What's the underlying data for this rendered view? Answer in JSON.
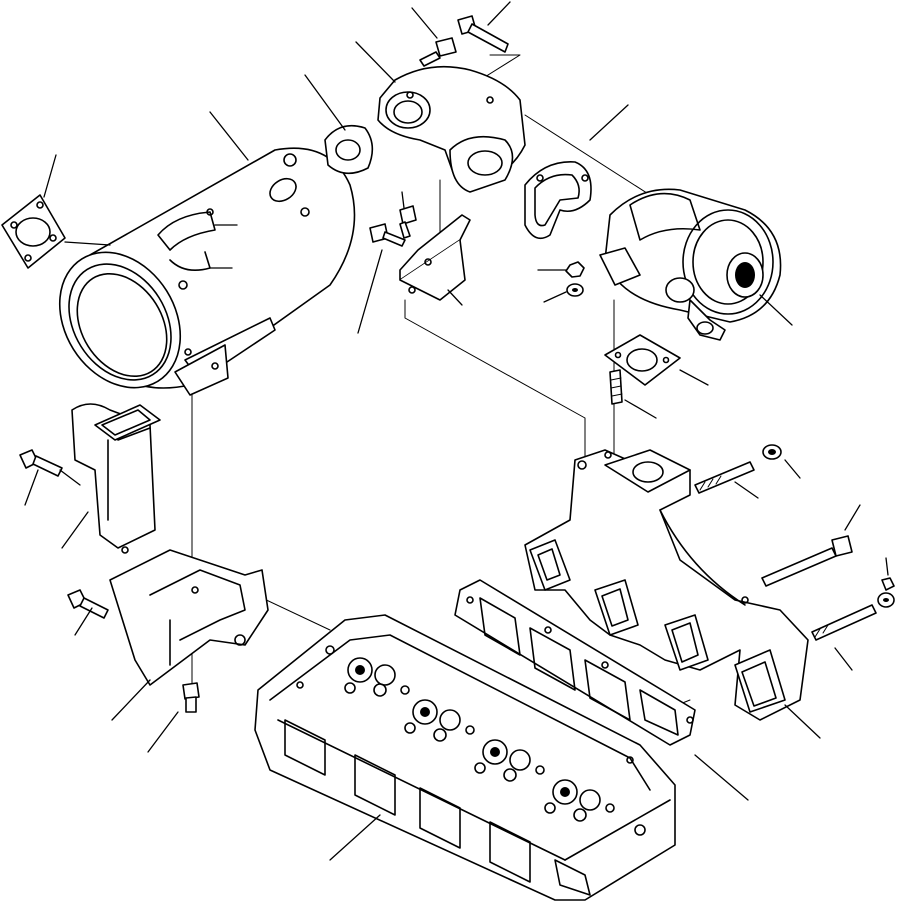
{
  "diagram": {
    "kind": "exploded-parts-view",
    "background": "#ffffff",
    "line_color": "#000000",
    "parts": [
      {
        "id": "muffler-gasket",
        "icon": "square-flange-gasket-icon"
      },
      {
        "id": "muffler",
        "icon": "cylinder-muffler-icon"
      },
      {
        "id": "muffler-bracket",
        "icon": "bracket-icon"
      },
      {
        "id": "elbow-pipe",
        "icon": "elbow-pipe-icon"
      },
      {
        "id": "elbow-gasket",
        "icon": "oval-gasket-icon"
      },
      {
        "id": "elbow-bolts",
        "icon": "bolt-icon"
      },
      {
        "id": "turbo-gasket",
        "icon": "turbo-gasket-icon"
      },
      {
        "id": "turbocharger",
        "icon": "turbocharger-icon"
      },
      {
        "id": "turbo-nut-washer",
        "icon": "nut-washer-icon"
      },
      {
        "id": "turbo-flange-gasket",
        "icon": "flange-gasket-icon"
      },
      {
        "id": "studs",
        "icon": "stud-icon"
      },
      {
        "id": "exhaust-manifold",
        "icon": "exhaust-manifold-icon"
      },
      {
        "id": "manifold-bolts",
        "icon": "bolt-icon"
      },
      {
        "id": "manifold-gasket",
        "icon": "manifold-gasket-icon"
      },
      {
        "id": "intake-connector",
        "icon": "intake-connector-icon"
      },
      {
        "id": "intake-manifold",
        "icon": "intake-manifold-icon"
      },
      {
        "id": "cylinder-head",
        "icon": "cylinder-head-icon"
      }
    ]
  }
}
